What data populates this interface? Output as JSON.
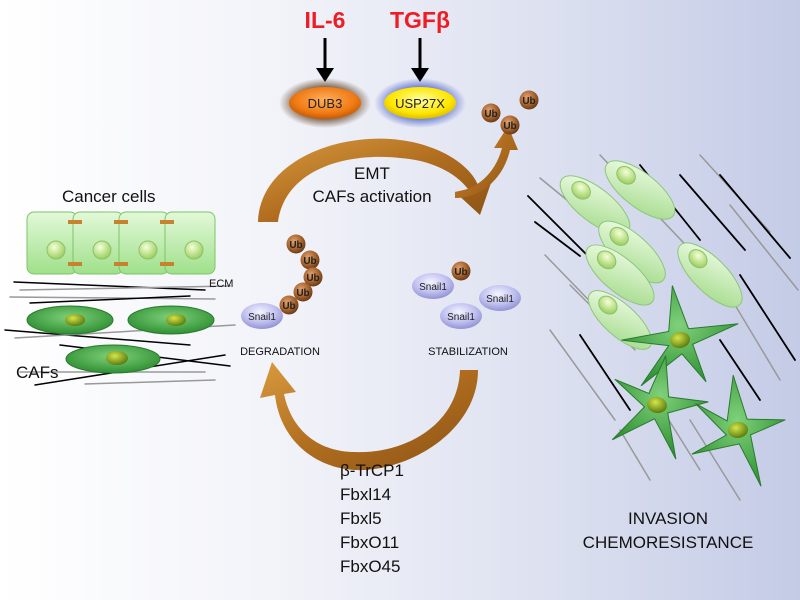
{
  "stimuli": {
    "il6": "IL-6",
    "tgfb": "TGFβ"
  },
  "enzymes": {
    "dub3": "DUB3",
    "usp27x": "USP27X"
  },
  "process": {
    "emt": "EMT",
    "cafs_activation": "CAFs activation"
  },
  "ub_label": "Ub",
  "snail_label": "Snail1",
  "states": {
    "degradation": "DEGRADATION",
    "stabilization": "STABILIZATION"
  },
  "ligases": [
    "β-TrCP1",
    "Fbxl14",
    "Fbxl5",
    "FbxO11",
    "FbxO45"
  ],
  "left_panel": {
    "cancer_cells": "Cancer cells",
    "ecm": "ECM",
    "cafs": "CAFs"
  },
  "outcome": {
    "line1": "INVASION",
    "line2": "CHEMORESISTANCE"
  },
  "colors": {
    "stimulus_red": "#ee1c24",
    "dub3_orange": "#f07a12",
    "usp27x_yellow": "#ffe600",
    "arrow_gold": "#b8741e",
    "ub_brown": "#9c5e2c",
    "snail_lavender": "#b9b9ee",
    "cell_green": "#b9eda5",
    "caf_green": "#3aa53f"
  }
}
